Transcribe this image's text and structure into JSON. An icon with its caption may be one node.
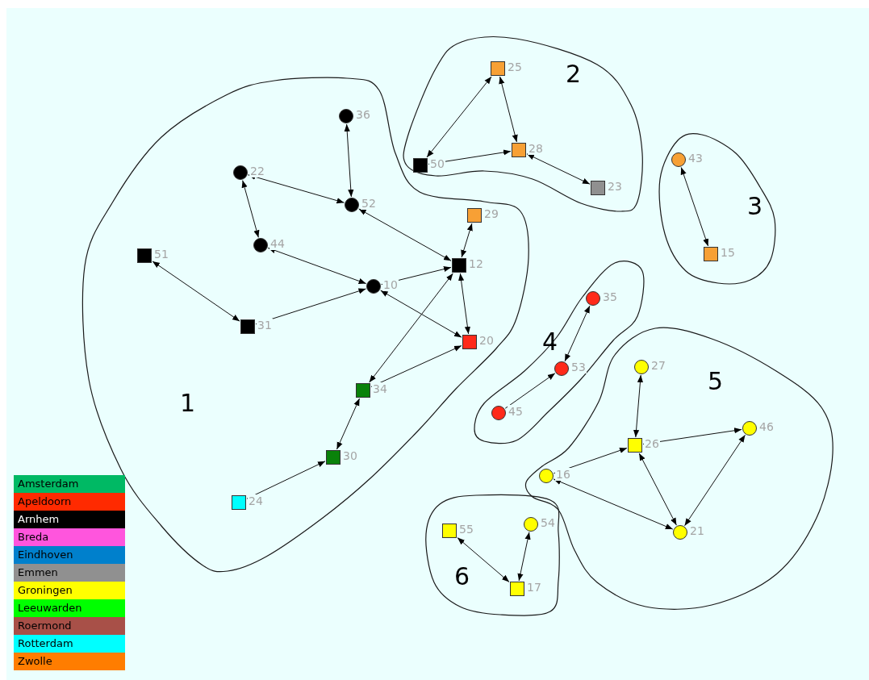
{
  "diagram": {
    "nodes": [
      {
        "text": [
          "1"
        ]
      },
      {
        "text": [],
        "shape": "circle",
        "beside": [
          "36"
        ],
        "in": 0
      },
      {
        "text": [],
        "shape": "circle",
        "beside": [
          "22"
        ],
        "in": 0
      },
      {
        "text": [],
        "shape": "circle",
        "beside": [
          "52"
        ],
        "in": 0
      },
      {
        "text": [],
        "shape": "box",
        "beside": [
          "29"
        ],
        "in": 0
      },
      {
        "text": [],
        "shape": "box",
        "beside": [
          "51"
        ],
        "in": 0
      },
      {
        "text": [],
        "shape": "circle",
        "beside": [
          "44"
        ],
        "in": 0
      },
      {
        "text": [],
        "shape": "box",
        "beside": [
          "12"
        ],
        "in": 0
      },
      {
        "text": [],
        "shape": "circle",
        "beside": [
          "10"
        ],
        "in": 0
      },
      {
        "text": [],
        "shape": "box",
        "beside": [
          "31"
        ],
        "in": 0
      },
      {
        "text": [],
        "shape": "box",
        "beside": [
          "20"
        ],
        "in": 0
      },
      {
        "text": [],
        "shape": "box",
        "beside": [
          "34"
        ],
        "in": 0
      },
      {
        "text": [],
        "shape": "box",
        "beside": [
          "30"
        ],
        "in": 0
      },
      {
        "text": [],
        "shape": "box",
        "beside": [
          "24"
        ],
        "in": 0
      },
      {
        "text": [
          "2"
        ]
      },
      {
        "text": [],
        "shape": "box",
        "beside": [
          "25"
        ],
        "in": 14
      },
      {
        "text": [],
        "shape": "box",
        "beside": [
          "50"
        ],
        "in": 14
      },
      {
        "text": [],
        "shape": "box",
        "beside": [
          "28"
        ],
        "in": 14
      },
      {
        "text": [],
        "shape": "box",
        "beside": [
          "23"
        ],
        "in": 14
      },
      {
        "text": [
          "3"
        ]
      },
      {
        "text": [],
        "shape": "circle",
        "beside": [
          "43"
        ],
        "in": 19
      },
      {
        "text": [],
        "shape": "box",
        "beside": [
          "15"
        ],
        "in": 19
      },
      {
        "text": [
          "4"
        ]
      },
      {
        "text": [],
        "shape": "circle",
        "beside": [
          "35"
        ],
        "in": 22
      },
      {
        "text": [],
        "shape": "circle",
        "beside": [
          "53"
        ],
        "in": 22
      },
      {
        "text": [],
        "shape": "circle",
        "beside": [
          "45"
        ],
        "in": 22
      },
      {
        "text": [
          "5"
        ]
      },
      {
        "text": [],
        "shape": "circle",
        "beside": [
          "27"
        ],
        "in": 26
      },
      {
        "text": [],
        "shape": "circle",
        "beside": [
          "46"
        ],
        "in": 26
      },
      {
        "text": [],
        "shape": "box",
        "beside": [
          "26"
        ],
        "in": 26
      },
      {
        "text": [],
        "shape": "circle",
        "beside": [
          "16"
        ],
        "in": 26
      },
      {
        "text": [],
        "shape": "circle",
        "beside": [
          "21"
        ],
        "in": 26
      },
      {
        "text": [
          "6"
        ]
      },
      {
        "text": [],
        "shape": "circle",
        "beside": [
          "54"
        ],
        "in": 32
      },
      {
        "text": [],
        "shape": "box",
        "beside": [
          "55"
        ],
        "in": 32
      },
      {
        "text": [],
        "shape": "box",
        "beside": [
          "17"
        ],
        "in": 32
      }
    ],
    "edges": [
      {
        "from": 1,
        "to": 3,
        "arrow": "both"
      },
      {
        "from": 2,
        "to": 3,
        "arrow": "both"
      },
      {
        "from": 2,
        "to": 6,
        "arrow": "both"
      },
      {
        "from": 6,
        "to": 8,
        "arrow": "both"
      },
      {
        "from": 3,
        "to": 7,
        "arrow": "both"
      },
      {
        "from": 5,
        "to": 9,
        "arrow": "both"
      },
      {
        "from": 9,
        "to": 8,
        "arrow": "to"
      },
      {
        "from": 8,
        "to": 7,
        "arrow": "to"
      },
      {
        "from": 8,
        "to": 10,
        "arrow": "both"
      },
      {
        "from": 4,
        "to": 7,
        "arrow": "both"
      },
      {
        "from": 7,
        "to": 10,
        "arrow": "both"
      },
      {
        "from": 11,
        "to": 7,
        "arrow": "both"
      },
      {
        "from": 11,
        "to": 10,
        "arrow": "to"
      },
      {
        "from": 11,
        "to": 12,
        "arrow": "both"
      },
      {
        "from": 13,
        "to": 12,
        "arrow": "to"
      },
      {
        "from": 16,
        "to": 15,
        "arrow": "both"
      },
      {
        "from": 16,
        "to": 17,
        "arrow": "to"
      },
      {
        "from": 15,
        "to": 17,
        "arrow": "both"
      },
      {
        "from": 17,
        "to": 18,
        "arrow": "both"
      },
      {
        "from": 20,
        "to": 21,
        "arrow": "both"
      },
      {
        "from": 23,
        "to": 24,
        "arrow": "both"
      },
      {
        "from": 25,
        "to": 24,
        "arrow": "to"
      },
      {
        "from": 27,
        "to": 29,
        "arrow": "both"
      },
      {
        "from": 29,
        "to": 28,
        "arrow": "to"
      },
      {
        "from": 30,
        "to": 29,
        "arrow": "to"
      },
      {
        "from": 30,
        "to": 31,
        "arrow": "both"
      },
      {
        "from": 29,
        "to": 31,
        "arrow": "both"
      },
      {
        "from": 28,
        "to": 31,
        "arrow": "both"
      },
      {
        "from": 34,
        "to": 35,
        "arrow": "both"
      },
      {
        "from": 33,
        "to": 35,
        "arrow": "both"
      }
    ],
    "legend": [
      {
        "text": "Amsterdam",
        "color": "#00b964"
      },
      {
        "text": "Apeldoorn",
        "color": "#ff2a00"
      },
      {
        "text": "Arnhem",
        "color": "#000000"
      },
      {
        "text": "Breda",
        "color": "#ff55dd"
      },
      {
        "text": "Eindhoven",
        "color": "#0080cc"
      },
      {
        "text": "Emmen",
        "color": "#909090"
      },
      {
        "text": "Groningen",
        "color": "#ffff00"
      },
      {
        "text": "Leeuwarden",
        "color": "#00ff00"
      },
      {
        "text": "Roermond",
        "color": "#a85048"
      },
      {
        "text": "Rotterdam",
        "color": "#00ffff"
      },
      {
        "text": "Zwolle",
        "color": "#ff7d00"
      }
    ]
  }
}
